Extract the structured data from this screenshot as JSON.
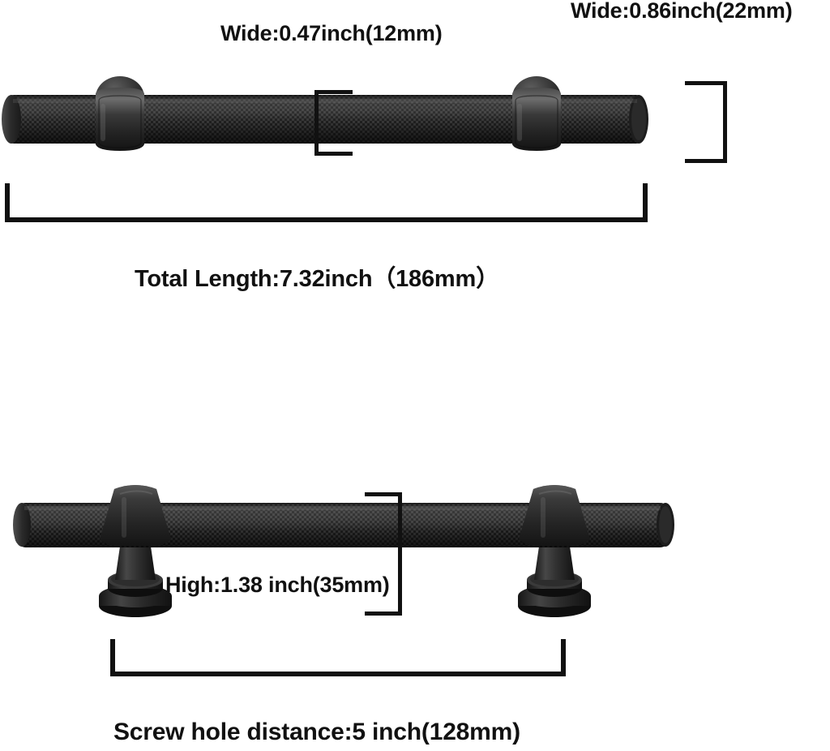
{
  "product": {
    "name": "knurled-cabinet-pull-handle",
    "finish_color": "#2b2b2b",
    "background_color": "#ffffff"
  },
  "diagram": {
    "top_view": {
      "name": "top-handle-bar-view",
      "description": "knurled bar with two collar sleeves seen from above"
    },
    "side_view": {
      "name": "bottom-handle-side-view",
      "description": "knurled bar mounted on two posts with round bases"
    }
  },
  "labels": {
    "bar_width": "Wide:0.47inch(12mm)",
    "bar_height": "Wide:0.86inch(22mm)",
    "total_length": "Total Length:7.32inch（186mm）",
    "handle_height": "High:1.38 inch(35mm)",
    "screw_hole_distance": "Screw hole distance:5 inch(128mm)"
  },
  "measurements": [
    {
      "name": "bar-width",
      "label": "Wide:0.47inch(12mm)",
      "inch": 0.47,
      "mm": 12
    },
    {
      "name": "bar-height",
      "label": "Wide:0.86inch(22mm)",
      "inch": 0.86,
      "mm": 22
    },
    {
      "name": "total-length",
      "label": "Total Length:7.32inch（186mm）",
      "inch": 7.32,
      "mm": 186
    },
    {
      "name": "handle-height",
      "label": "High:1.38 inch(35mm)",
      "inch": 1.38,
      "mm": 35
    },
    {
      "name": "screw-hole-distance",
      "label": "Screw hole distance:5 inch(128mm)",
      "inch": 5.0,
      "mm": 128
    }
  ]
}
